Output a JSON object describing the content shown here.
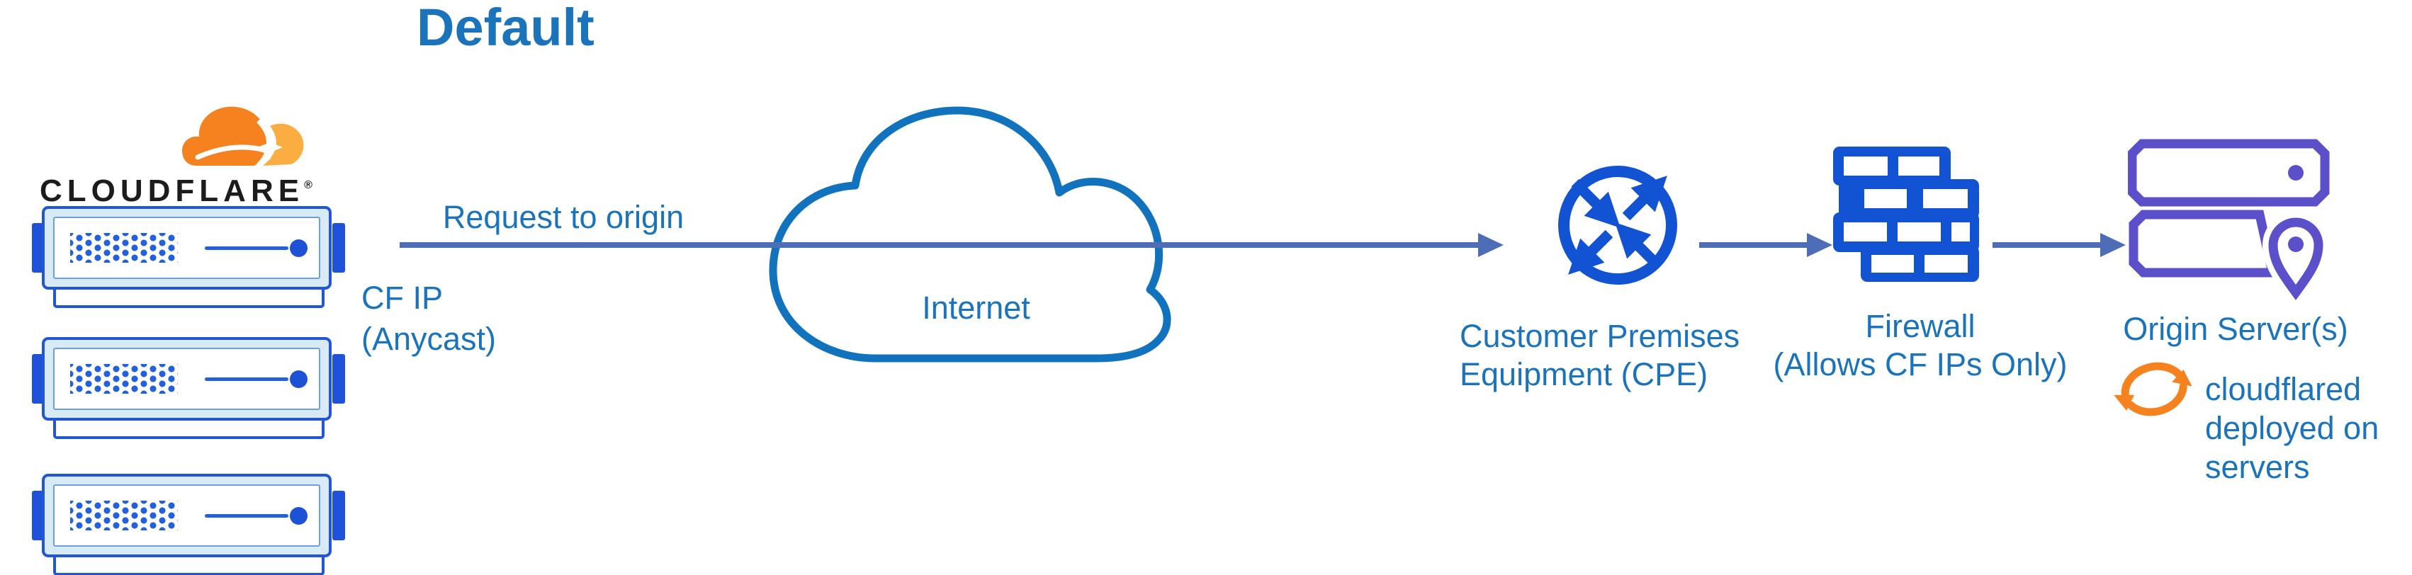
{
  "page": {
    "title": "Default"
  },
  "cloudflare": {
    "wordmark": "CLOUDFLARE",
    "registered": "®",
    "ip_line1": "CF IP",
    "ip_line2": "(Anycast)"
  },
  "flow": {
    "request_label": "Request to origin"
  },
  "internet": {
    "label": "Internet"
  },
  "cpe": {
    "line1": "Customer Premises",
    "line2": "Equipment (CPE)"
  },
  "firewall": {
    "line1": "Firewall",
    "line2": "(Allows CF IPs Only)"
  },
  "origin": {
    "label": "Origin Server(s)",
    "note1": "cloudflared",
    "note2": "deployed on",
    "note3": "servers"
  },
  "icons": {
    "cloudflare_logo": "cloudflare-cloud-logo-icon",
    "edge_server": "rack-server-icon",
    "internet": "cloud-outline-icon",
    "cpe": "router-crossed-arrows-icon",
    "firewall": "brick-wall-icon",
    "origin": "server-stack-location-pin-icon",
    "cloudflared": "sync-refresh-arrows-icon"
  },
  "colors": {
    "label_text": "#1b74bb",
    "flow_arrow": "#4d6db6",
    "internet_cloud_stroke": "#1173bd",
    "device_blue": "#1253d4",
    "server_border_blue": "#2157d6",
    "server_fill_light": "#d8eaf4",
    "origin_purple": "#5b4fca",
    "cloudflare_orange": "#f6821f",
    "cloudflare_orange_light": "#fbad41",
    "wordmark_black": "#1c1c1c"
  }
}
